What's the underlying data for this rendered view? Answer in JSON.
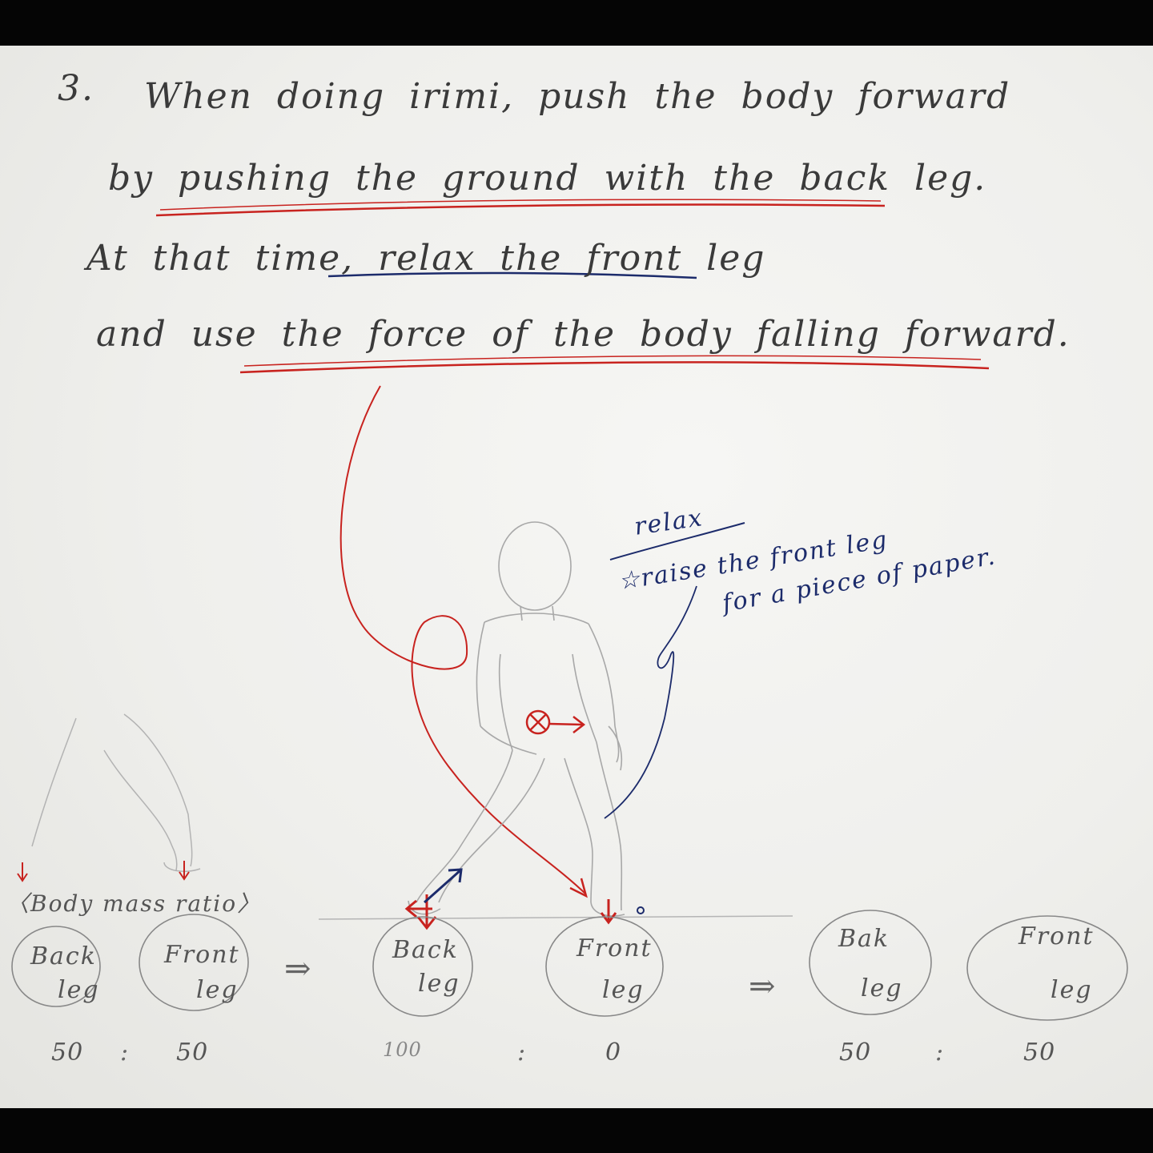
{
  "instruction": {
    "number": "3.",
    "lines": [
      "When doing irimi, push the body forward",
      "by pushing the ground with the back leg.",
      "At that time, relax the front leg",
      "and use the force of the body falling forward."
    ]
  },
  "annotation": {
    "relax": "relax",
    "line1": "☆raise the front leg",
    "line2": "for a piece of paper."
  },
  "ratio_title": "〈Body mass ratio〉",
  "stages": [
    {
      "back_label_1": "Back",
      "back_label_2": "leg",
      "front_label_1": "Front",
      "front_label_2": "leg",
      "back_value": "50",
      "front_value": "50",
      "separator": ":"
    },
    {
      "back_label_1": "Back",
      "back_label_2": "leg",
      "front_label_1": "Front",
      "front_label_2": "leg",
      "back_value": "100",
      "front_value": "0",
      "separator": ":"
    },
    {
      "back_label_1": "Bak",
      "back_label_2": "leg",
      "front_label_1": "Front",
      "front_label_2": "leg",
      "back_value": "50",
      "front_value": "50",
      "separator": ":"
    }
  ],
  "transition_arrow": "⇒",
  "colors": {
    "pencil": "#9a9a9a",
    "red": "#c8231f",
    "blue": "#1c2b6b",
    "ink": "#3a3a3a"
  }
}
